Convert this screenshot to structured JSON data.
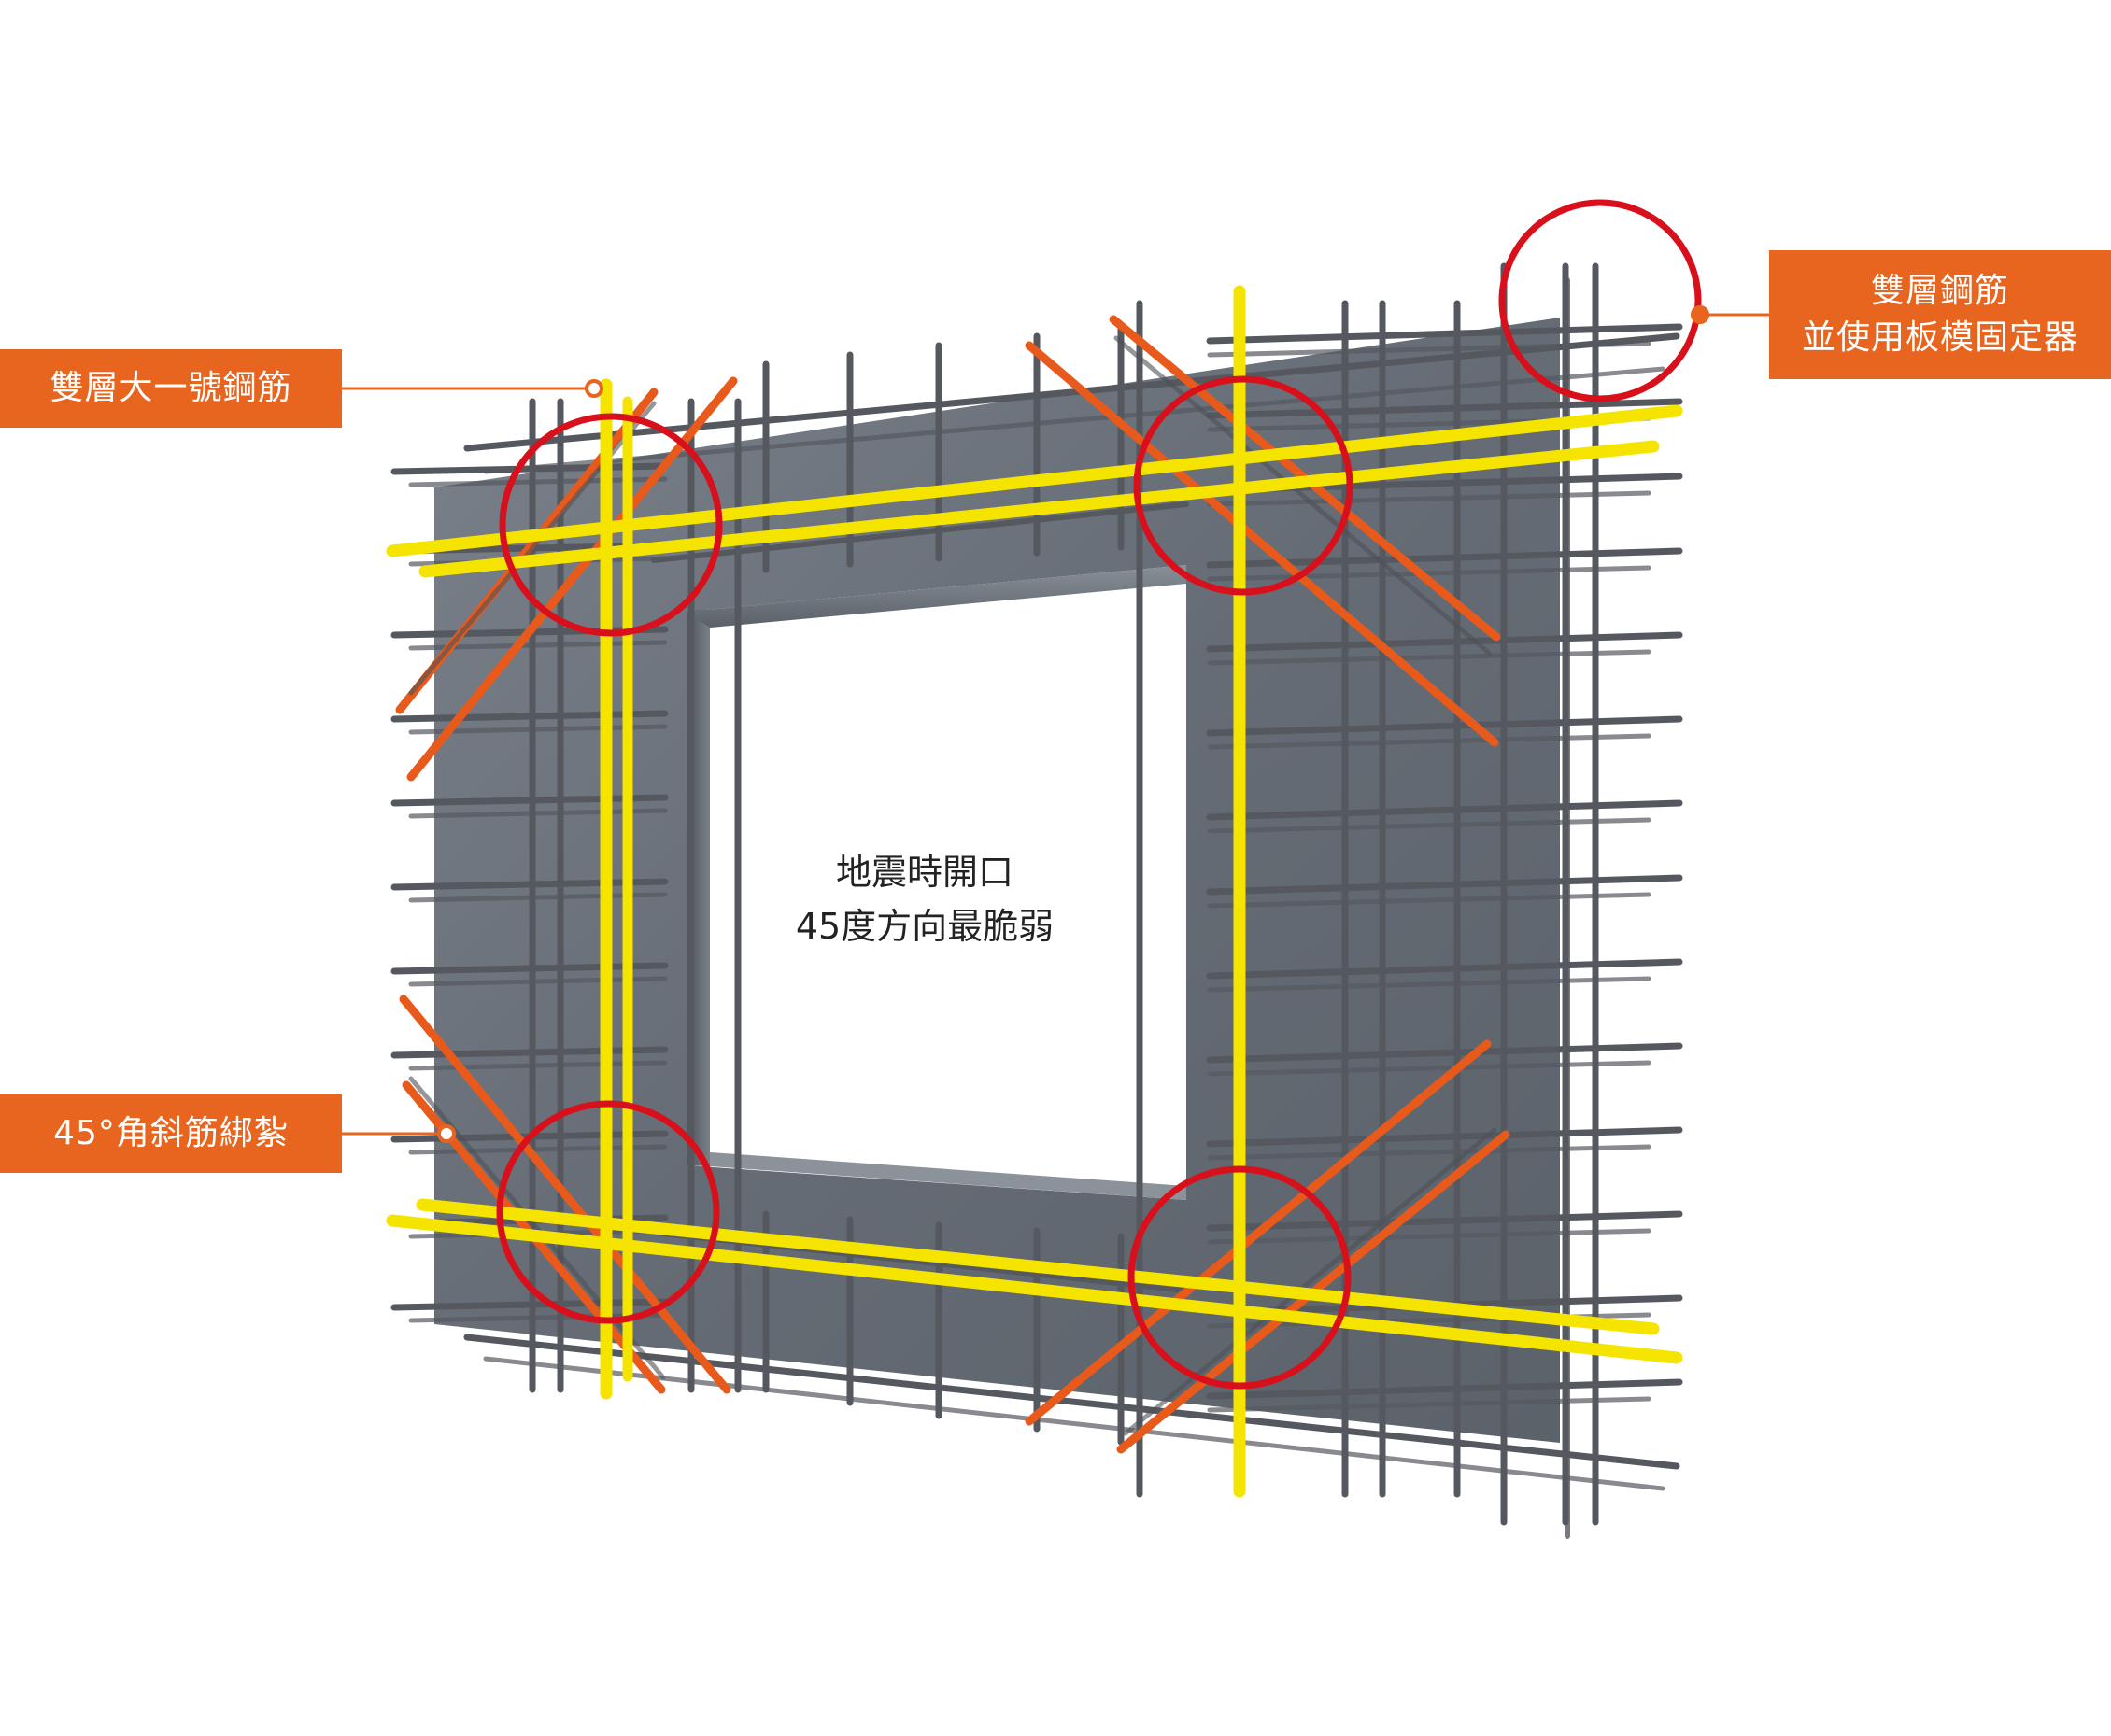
{
  "colors": {
    "concrete": "#6f757e",
    "rebar": "#55595f",
    "highlight_rebar": "#f5e400",
    "diagonal_rebar": "#e85a1b",
    "circle": "#d8101c",
    "callout_bg": "#e8651f"
  },
  "labels": {
    "top_left": "雙層大一號鋼筋",
    "bottom_left": "45°角斜筋綁紮",
    "top_right": [
      "雙層鋼筋",
      "並使用板模固定器"
    ]
  },
  "center": [
    "地震時開口",
    "45度方向最脆弱"
  ]
}
